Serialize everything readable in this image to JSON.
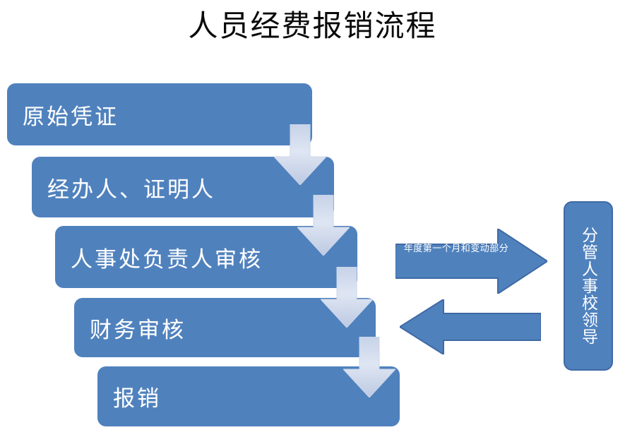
{
  "diagram": {
    "title": "人员经费报销流程",
    "type": "flowchart",
    "colors": {
      "box_fill": "#4f81bd",
      "box_text": "#ffffff",
      "box_border": "#3f6aa5",
      "arrow_pale_fill": "#d3dcee",
      "arrow_side_fill": "#4f81bd",
      "background": "#ffffff",
      "title_text": "#0a0a0a"
    },
    "steps": [
      {
        "id": "step-1",
        "label": "原始凭证"
      },
      {
        "id": "step-2",
        "label": "经办人、证明人"
      },
      {
        "id": "step-3",
        "label": "人事处负责人审核"
      },
      {
        "id": "step-4",
        "label": "财务审核"
      },
      {
        "id": "step-5",
        "label": "报销"
      }
    ],
    "connectors": [
      {
        "id": "down-arrow-1",
        "name": "down-arrow-step1-to-step2",
        "direction": "down",
        "label": ""
      },
      {
        "id": "down-arrow-2",
        "name": "down-arrow-step2-to-step3",
        "direction": "down",
        "label": ""
      },
      {
        "id": "down-arrow-3",
        "name": "down-arrow-step3-to-step4",
        "direction": "down",
        "label": ""
      },
      {
        "id": "down-arrow-4",
        "name": "down-arrow-step4-to-step5",
        "direction": "down",
        "label": ""
      }
    ],
    "side_branch": {
      "right_arrow_label": "年度第一个月和变动部分",
      "right_arrow_direction": "right",
      "left_arrow_label": "",
      "left_arrow_direction": "left",
      "leader_box_label": "分管人事校领导"
    }
  }
}
